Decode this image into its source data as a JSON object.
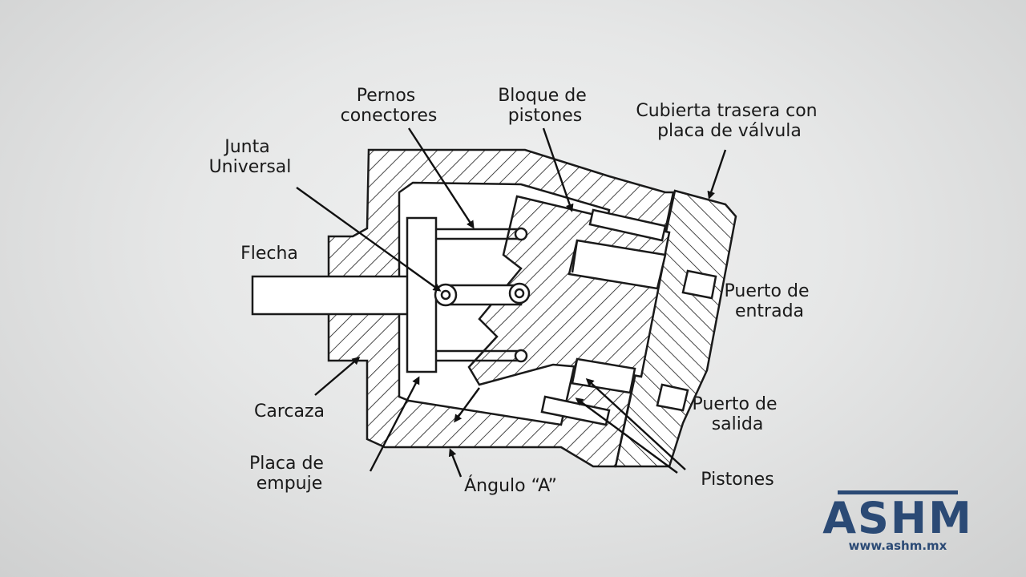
{
  "labels": {
    "pernos": [
      "Pernos",
      "conectores"
    ],
    "bloque": [
      "Bloque de",
      "pistones"
    ],
    "cubierta": [
      "Cubierta trasera con",
      "placa de válvula"
    ],
    "junta": [
      "Junta",
      "Universal"
    ],
    "flecha": "Flecha",
    "puerto_entrada": [
      "Puerto de",
      "entrada"
    ],
    "puerto_salida": [
      "Puerto de",
      "salida"
    ],
    "carcaza": "Carcaza",
    "placa": [
      "Placa de",
      "empuje"
    ],
    "angulo": "Ángulo “A”",
    "pistones": "Pistones"
  },
  "logo": {
    "text": "ASHM",
    "url": "www.ashm.mx",
    "color": "#2b4a75"
  }
}
